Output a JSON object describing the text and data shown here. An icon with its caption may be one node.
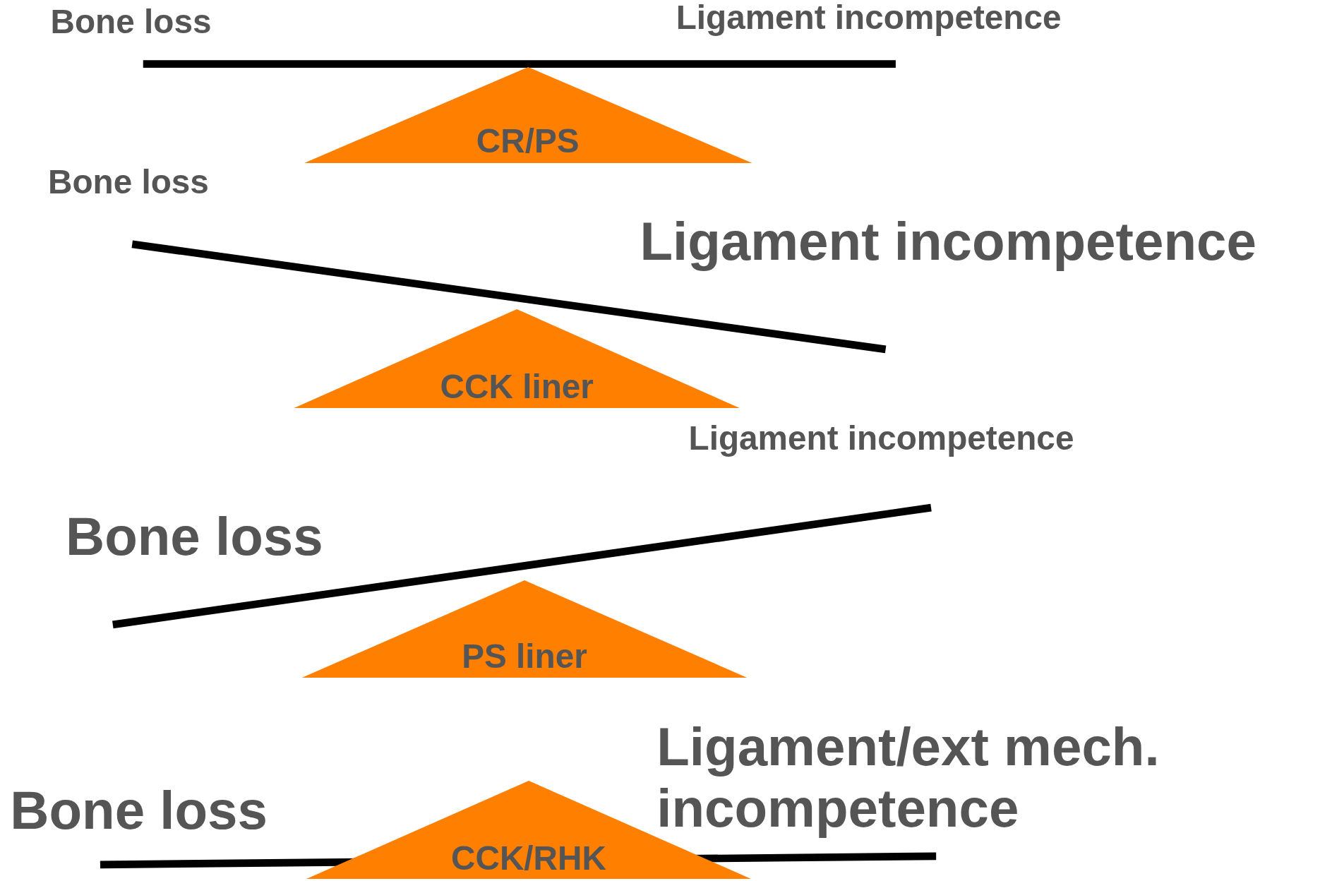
{
  "diagram": {
    "nodes": [
      {
        "text": [
          "CR/PS"
        ]
      },
      {
        "text": [
          "CCK liner"
        ]
      },
      {
        "text": [
          "PS liner"
        ]
      },
      {
        "text": [
          "CCK/RHK"
        ]
      }
    ],
    "labels": [
      "Bone loss",
      "Ligament incompetence",
      "Bone loss",
      "Ligament incompetence",
      "Ligament incompetence",
      "Bone loss",
      "Ligament/ext mech. incompetence",
      "Bone loss"
    ]
  }
}
